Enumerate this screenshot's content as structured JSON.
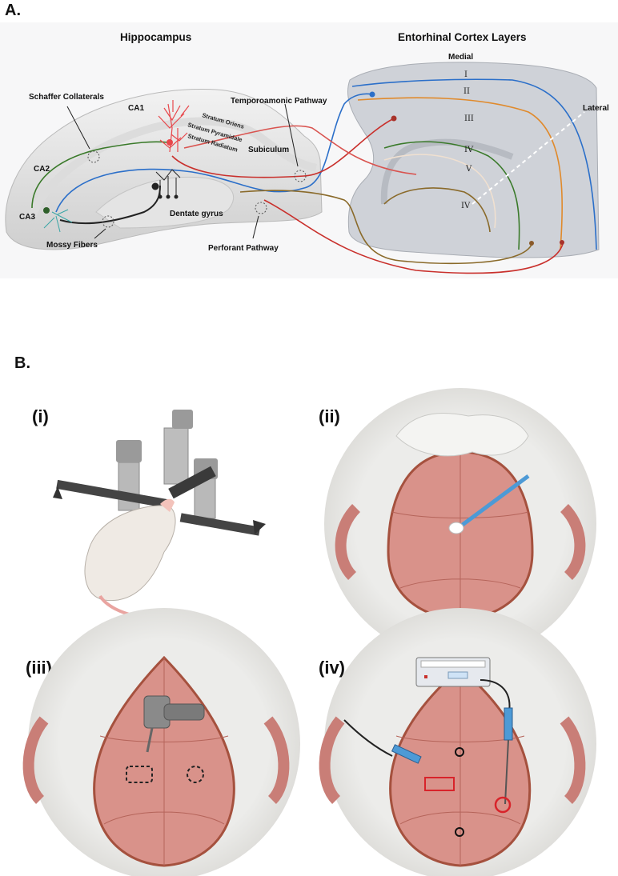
{
  "panelA": {
    "letter": "A.",
    "hippocampus_title": "Hippocampus",
    "entorhinal_title": "Entorhinal Cortex Layers",
    "labels": {
      "schaffer": "Schaffer Collaterals",
      "ca1": "CA1",
      "ca2": "CA2",
      "ca3": "CA3",
      "stratum_oriens": "Stratum  Oriens",
      "stratum_pyramidale": "Stratum  Pyramidale",
      "stratum_radiatum": "Stratum  Radiatum",
      "subiculum": "Subiculum",
      "temporoammonic": "Temporoamonic Pathway",
      "dentate": "Dentate gyrus",
      "mossy": "Mossy Fibers",
      "perforant": "Perforant Pathway",
      "medial": "Medial",
      "lateral": "Lateral"
    },
    "layers": [
      "I",
      "II",
      "III",
      "IV",
      "V",
      "IV"
    ]
  },
  "panelB": {
    "letter": "B.",
    "sub_labels": [
      "(i)",
      "(ii)",
      "(iii)",
      "(iv)"
    ]
  },
  "colors": {
    "ca1_neuron": "#e8474b",
    "blue_path": "#2b6fc9",
    "orange_path": "#e08a2c",
    "green_path": "#3a7a2a",
    "red_path": "#c9302c",
    "brown_path": "#8a6a2a",
    "skull": "#d9928a",
    "cortex_gray": "#cfd2d8"
  }
}
